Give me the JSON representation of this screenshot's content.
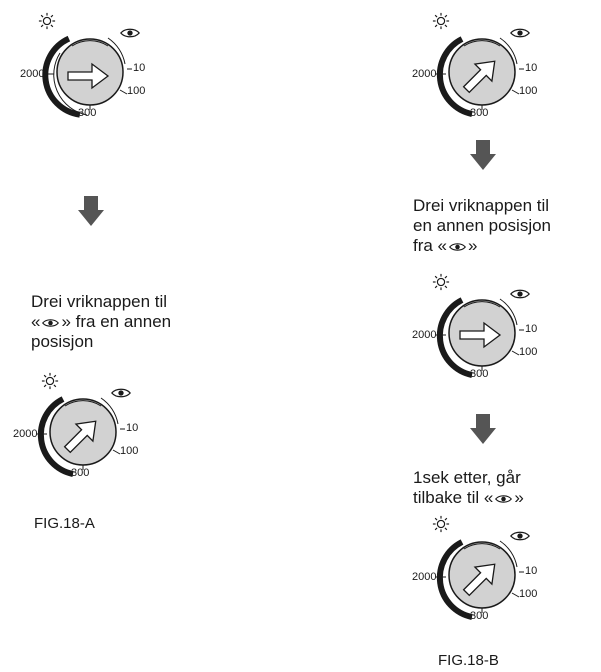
{
  "dial_labels": {
    "v2000": "2000",
    "v10": "10",
    "v100": "100",
    "v300": "300"
  },
  "icons": {
    "sun": "sun-icon",
    "eye": "eye-icon",
    "knob_arrow": "arrow-icon",
    "down_arrow": "down-arrow-icon"
  },
  "fig_a": {
    "caption": {
      "line1": "Drei vriknappen til",
      "line2_before": "«",
      "line2_after": "» fra en annen",
      "line3": "posisjon"
    },
    "label": "FIG.18-A"
  },
  "fig_b": {
    "caption1": {
      "line1": "Drei vriknappen til",
      "line2": "en annen posisjon",
      "line3_before": "fra «",
      "line3_after": "»"
    },
    "caption2": {
      "line1": "1sek etter, går",
      "line2_before": "tilbake til «",
      "line2_after": "»"
    },
    "label": "FIG.18-B"
  },
  "colors": {
    "ink": "#1a1a1a",
    "knob_fill": "#d2d2d2",
    "arrow_gray": "#555555"
  }
}
